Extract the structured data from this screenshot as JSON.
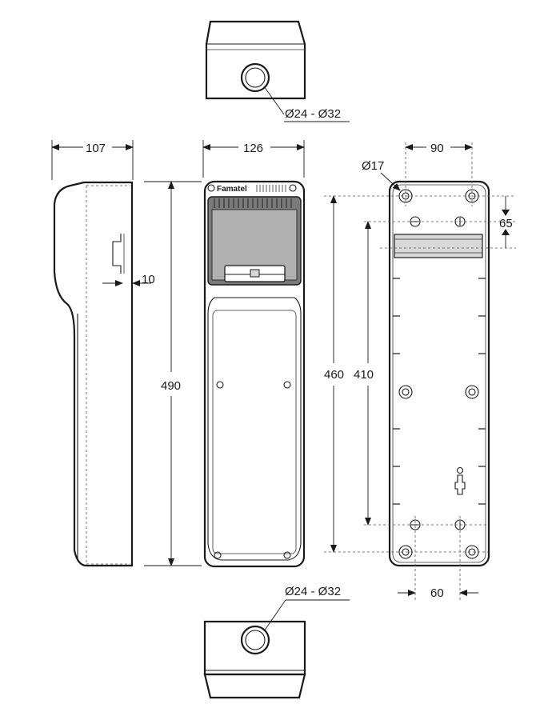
{
  "brand": "Famatel",
  "dimensions": {
    "top_hole": "Ø24 - Ø32",
    "bottom_hole": "Ø24 - Ø32",
    "side_depth": "107",
    "side_offset": "10",
    "front_width": "126",
    "front_height": "490",
    "back_hole_spacing_x": "90",
    "back_hole_diameter": "Ø17",
    "back_rail_offset": "65",
    "back_height_outer": "460",
    "back_height_inner": "410",
    "back_bottom_spacing": "60"
  },
  "colors": {
    "line": "#1a1a1a",
    "window_gray": "#b0b0b0",
    "frame_gray": "#7a7a7a"
  }
}
